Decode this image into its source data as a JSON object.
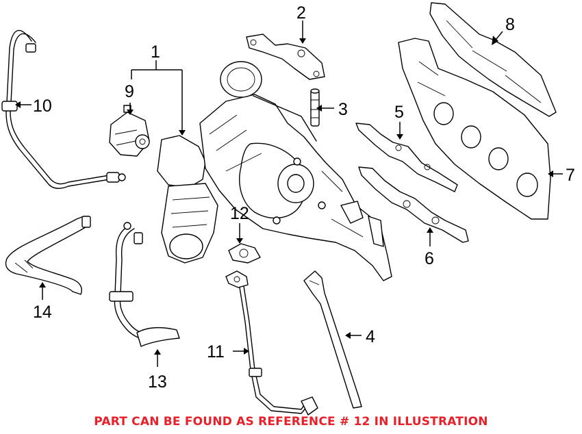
{
  "diagram": {
    "callouts": {
      "c1": "1",
      "c2": "2",
      "c3": "3",
      "c4": "4",
      "c5": "5",
      "c6": "6",
      "c7": "7",
      "c8": "8",
      "c9": "9",
      "c10": "10",
      "c11": "11",
      "c12": "12",
      "c13": "13",
      "c14": "14"
    },
    "notice": "PART CAN BE FOUND AS REFERENCE # 12 IN ILLUSTRATION",
    "notice_color": "#e8202a",
    "line_color": "#000000",
    "background": "#ffffff"
  }
}
